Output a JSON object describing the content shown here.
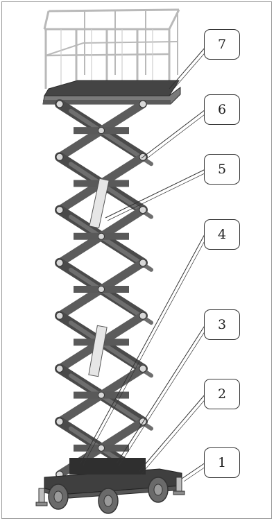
{
  "diagram": {
    "callouts": [
      {
        "id": "7",
        "label": "7"
      },
      {
        "id": "6",
        "label": "6"
      },
      {
        "id": "5",
        "label": "5"
      },
      {
        "id": "4",
        "label": "4"
      },
      {
        "id": "3",
        "label": "3"
      },
      {
        "id": "2",
        "label": "2"
      },
      {
        "id": "1",
        "label": "1"
      }
    ],
    "colors": {
      "frame": "#9a9a9a",
      "scissor_arm": "#4a4a4a",
      "joint": "#d8d8d8",
      "guardrail": "#b9b9b9",
      "platform_deck": "#444444",
      "chassis": "#3f3f3f",
      "wheel": "#6a6a6a",
      "leader_line": "#333333"
    },
    "scissor_stages": 7
  }
}
